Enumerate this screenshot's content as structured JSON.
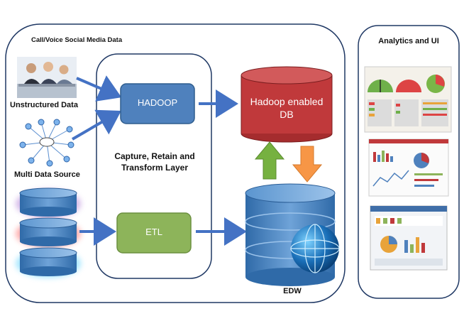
{
  "labels": {
    "sources_header": "Call/Voice  Social  Media Data",
    "unstructured": "Unstructured Data",
    "multi_source": "Multi Data Source",
    "layer_title": "Capture, Retain and Transform Layer",
    "hadoop": "HADOOP",
    "etl": "ETL",
    "hadoop_db": "Hadoop enabled DB",
    "edw": "EDW",
    "analytics": "Analytics and UI"
  },
  "colors": {
    "hadoop_box": "#4f81bd",
    "etl_box": "#8db45a",
    "hadoop_db": "#c0393b",
    "edw": "#3f79b8",
    "arrow_blue": "#4472c4",
    "arrow_green": "#76b140",
    "arrow_orange": "#f79646",
    "border": "#1f3864"
  },
  "icons": [
    "people-photo-icon",
    "network-icon",
    "database-icon",
    "globe-icon",
    "dashboard-thumbnail-icon"
  ]
}
